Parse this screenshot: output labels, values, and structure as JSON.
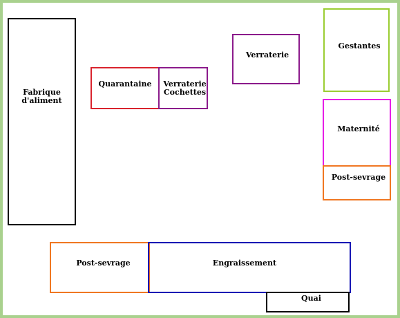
{
  "colors": {
    "background_border": "#a9d18e",
    "black": "#000000",
    "red": "#d9232d",
    "purple": "#8b1a8b",
    "olive": "#9acd32",
    "magenta": "#e61ee6",
    "orange": "#f07722",
    "blue": "#1616b4"
  },
  "areas": [
    {
      "id": "fabrique",
      "label": "Fabrique\nd'aliment",
      "color_key": "black"
    },
    {
      "id": "quarantaine",
      "label": "Quarantaine",
      "color_key": "red"
    },
    {
      "id": "verraterie-cochettes",
      "label": "Verraterie\nCochettes",
      "color_key": "purple"
    },
    {
      "id": "verraterie",
      "label": "Verraterie",
      "color_key": "purple"
    },
    {
      "id": "gestantes",
      "label": "Gestantes",
      "color_key": "olive"
    },
    {
      "id": "maternite",
      "label": "Maternité",
      "color_key": "magenta"
    },
    {
      "id": "post-sevrage-right",
      "label": "Post-sevrage",
      "color_key": "orange"
    },
    {
      "id": "post-sevrage-bottom",
      "label": "Post-sevrage",
      "color_key": "orange"
    },
    {
      "id": "engraissement",
      "label": "Engraissement",
      "color_key": "blue"
    },
    {
      "id": "quai",
      "label": "Quai",
      "color_key": "black"
    }
  ]
}
